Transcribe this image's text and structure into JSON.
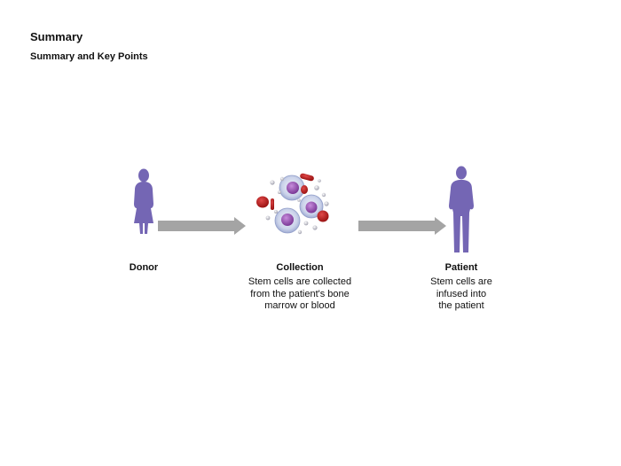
{
  "header": {
    "title": "Summary",
    "subtitle": "Summary and Key Points"
  },
  "stages": [
    {
      "label": "Donor",
      "description": ""
    },
    {
      "label": "Collection",
      "description": "Stem cells are collected\nfrom the patient's bone\nmarrow or blood"
    },
    {
      "label": "Patient",
      "description": "Stem cells are\ninfused into\nthe patient"
    }
  ],
  "colors": {
    "figure": "#7466b4",
    "arrow": "#a4a4a4",
    "red_cell": "#b01c1c",
    "stem_cell": "#8c4fa8",
    "cell_halo": "#cbd3ea"
  },
  "icons": {
    "donor": "female-silhouette-icon",
    "collection": "stem-cells-icon",
    "patient": "male-silhouette-icon"
  }
}
